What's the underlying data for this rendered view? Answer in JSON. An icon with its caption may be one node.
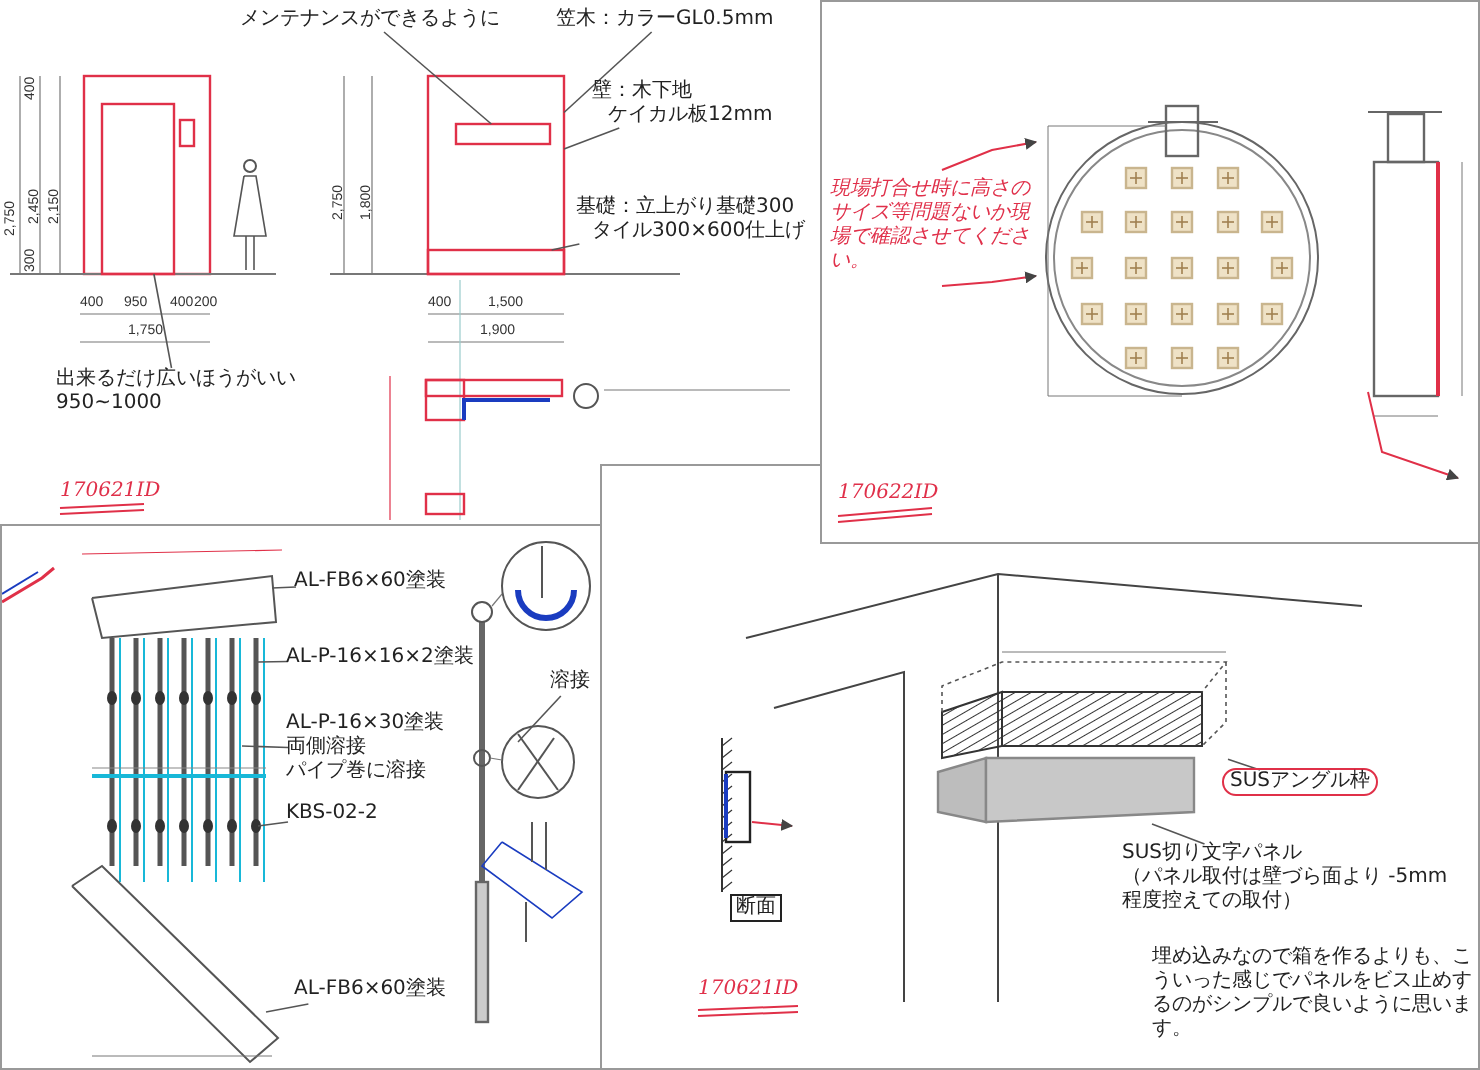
{
  "diagram": {
    "nodes": [
      {
        "text": [
          "メンテナンスができるように"
        ]
      },
      {
        "text": [
          "笠木：カラーGL0.5mm"
        ]
      },
      {
        "text": [
          "壁：木下地",
          "ケイカル板12mm"
        ]
      },
      {
        "text": [
          "基礎：立上がり基礎300",
          "タイル300×600仕上げ"
        ]
      },
      {
        "text": [
          "出来るだけ広いほうがいい",
          "950~1000"
        ]
      },
      {
        "text": [
          "AL-FB6×60塗装"
        ]
      },
      {
        "text": [
          "AL-P-16×16×2塗装"
        ]
      },
      {
        "text": [
          "AL-P-16×30塗装",
          "両側溶接",
          "パイプ巻に溶接"
        ]
      },
      {
        "text": [
          "KBS-02-2"
        ]
      },
      {
        "text": [
          "AL-FB6×60塗装"
        ]
      },
      {
        "text": [
          "溶接"
        ]
      },
      {
        "text": [
          "SUSアングル枠"
        ]
      },
      {
        "text": [
          "SUS切り文字パネル",
          "（パネル取付は壁づら面より -5mm 程度控えての取付）"
        ]
      },
      {
        "text": [],
        "shape": "box"
      },
      {
        "text": [],
        "shape": "box",
        "in": 13
      },
      {
        "text": [],
        "shape": "box",
        "in": 13
      },
      {
        "text": [],
        "shape": "box"
      },
      {
        "text": [],
        "shape": "picture"
      },
      {
        "text": [],
        "shape": "box"
      }
    ],
    "edges": [
      {
        "from": 0,
        "to": 14,
        "arrow": "none"
      },
      {
        "from": 1,
        "to": 13,
        "arrow": "none"
      },
      {
        "from": 2,
        "to": 13,
        "arrow": "none"
      },
      {
        "from": 3,
        "to": 15,
        "arrow": "none"
      },
      {
        "from": 4,
        "to": 16,
        "arrow": "none"
      },
      {
        "from": 5,
        "to": null,
        "arrow": "none"
      },
      {
        "from": 6,
        "to": null,
        "arrow": "none"
      },
      {
        "from": 7,
        "to": null,
        "arrow": "none"
      },
      {
        "from": 8,
        "to": null,
        "arrow": "none"
      },
      {
        "from": 9,
        "to": null,
        "arrow": "none"
      },
      {
        "from": 10,
        "to": null,
        "arrow": "none"
      },
      {
        "from": 11,
        "to": 17,
        "arrow": "none"
      },
      {
        "from": 12,
        "to": 18,
        "arrow": "none"
      }
    ],
    "labels": [
      "2,750",
      "2,450",
      "2,150",
      "300",
      "400",
      "400",
      "950",
      "400",
      "200",
      "1,750",
      "2,750",
      "1,800",
      "400",
      "1,500",
      "1,900",
      "170621ID",
      "現場打合せ時に高さのサイズ等問題ないか現場で確認させてください。",
      "170622ID",
      "断面",
      "170621ID",
      "埋め込みなので箱を作るよりも、こういった感じでパネルをビス止めするのがシンプルで良いように思います。"
    ]
  }
}
